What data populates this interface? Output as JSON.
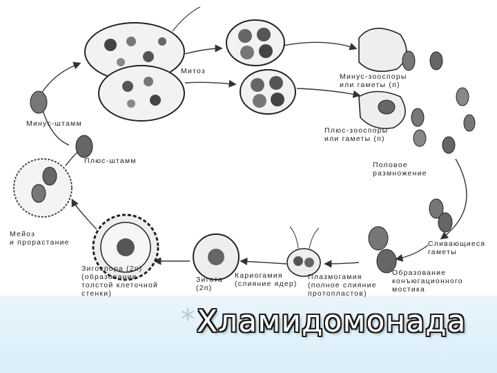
{
  "title": {
    "star": "*",
    "text": "Хламидомонада"
  },
  "labels": {
    "mitoz": "Митоз",
    "minus_shtammy": "Минус-штамм",
    "plus_shtamm": "Плюс-штамм",
    "minus_zoospory_1": "Минус-зооспоры",
    "minus_zoospory_2": "или гаметы (п)",
    "plus_zoospory_1": "Плюс-зооспоры",
    "plus_zoospory_2": "или гаметы (п)",
    "polovoe_1": "Половое",
    "polovoe_2": "размножение",
    "slivayushchiesya_1": "Сливающиеся",
    "slivayushchiesya_2": "гаметы",
    "obrazovanie_1": "Образование",
    "obrazovanie_2": "конъюгационного",
    "obrazovanie_3": "мостика",
    "plazmogamiya_1": "Плазмогамия",
    "plazmogamiya_2": "(полное слияние",
    "plazmogamiya_3": "протопластов)",
    "kariogamiya_1": "Кариогамия",
    "kariogamiya_2": "(слияние ядер)",
    "zigota_1": "Зигота",
    "zigota_2": "(2п)",
    "zigospora_1": "Зигоспора (2п)",
    "zigospora_2": "(образование",
    "zigospora_3": "толстой клеточной",
    "zigospora_4": "стенки)",
    "meioz_1": "Мейоз",
    "meioz_2": "и прорастание"
  },
  "colors": {
    "ink": "#222222",
    "band": "#dcf0f9",
    "cell_fill": "#f4f4f4"
  }
}
